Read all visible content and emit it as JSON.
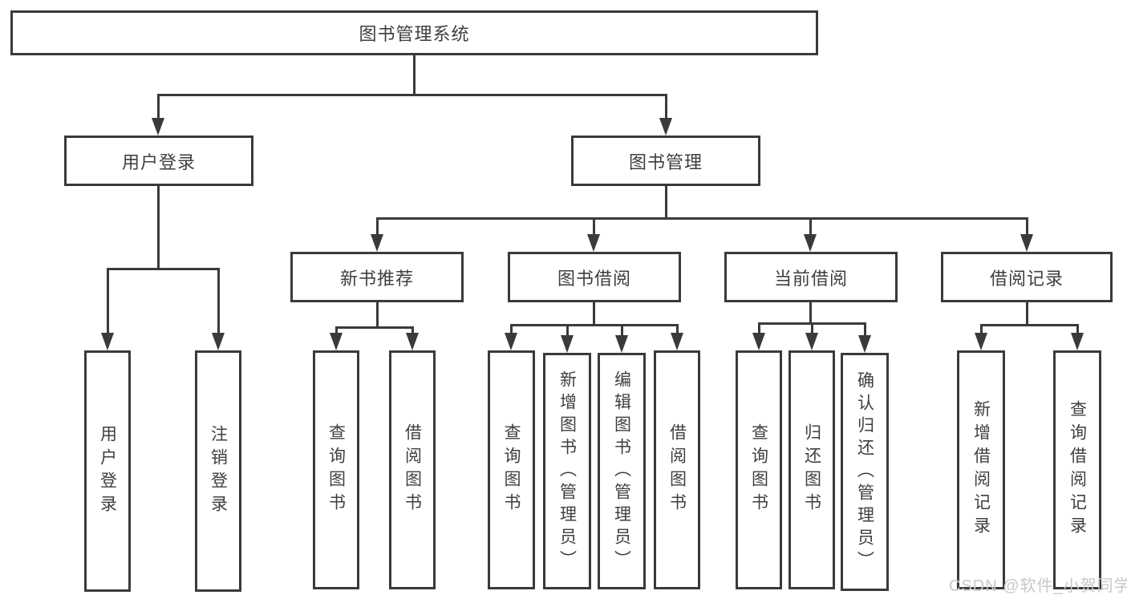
{
  "diagram": {
    "root": {
      "label": "图书管理系统"
    },
    "branches": [
      {
        "label": "用户登录",
        "leaves": [
          {
            "label": "用户登录"
          },
          {
            "label": "注销登录"
          }
        ]
      },
      {
        "label": "图书管理",
        "groups": [
          {
            "label": "新书推荐",
            "leaves": [
              {
                "label": "查询图书"
              },
              {
                "label": "借阅图书"
              }
            ]
          },
          {
            "label": "图书借阅",
            "leaves": [
              {
                "label": "查询图书"
              },
              {
                "label": "新增图书（管理员）"
              },
              {
                "label": "编辑图书（管理员）"
              },
              {
                "label": "借阅图书"
              }
            ]
          },
          {
            "label": "当前借阅",
            "leaves": [
              {
                "label": "查询图书"
              },
              {
                "label": "归还图书"
              },
              {
                "label": "确认归还（管理员）"
              }
            ]
          },
          {
            "label": "借阅记录",
            "leaves": [
              {
                "label": "新增借阅记录"
              },
              {
                "label": "查询借阅记录"
              }
            ]
          }
        ]
      }
    ]
  },
  "watermark": {
    "text": "CSDN @软件_小贺同学"
  },
  "colors": {
    "line": "#3a3a3a",
    "text": "#3f3f3f",
    "box_background": "#ffffff",
    "page_background": "#ffffff",
    "watermark": "#c8c8c8"
  }
}
